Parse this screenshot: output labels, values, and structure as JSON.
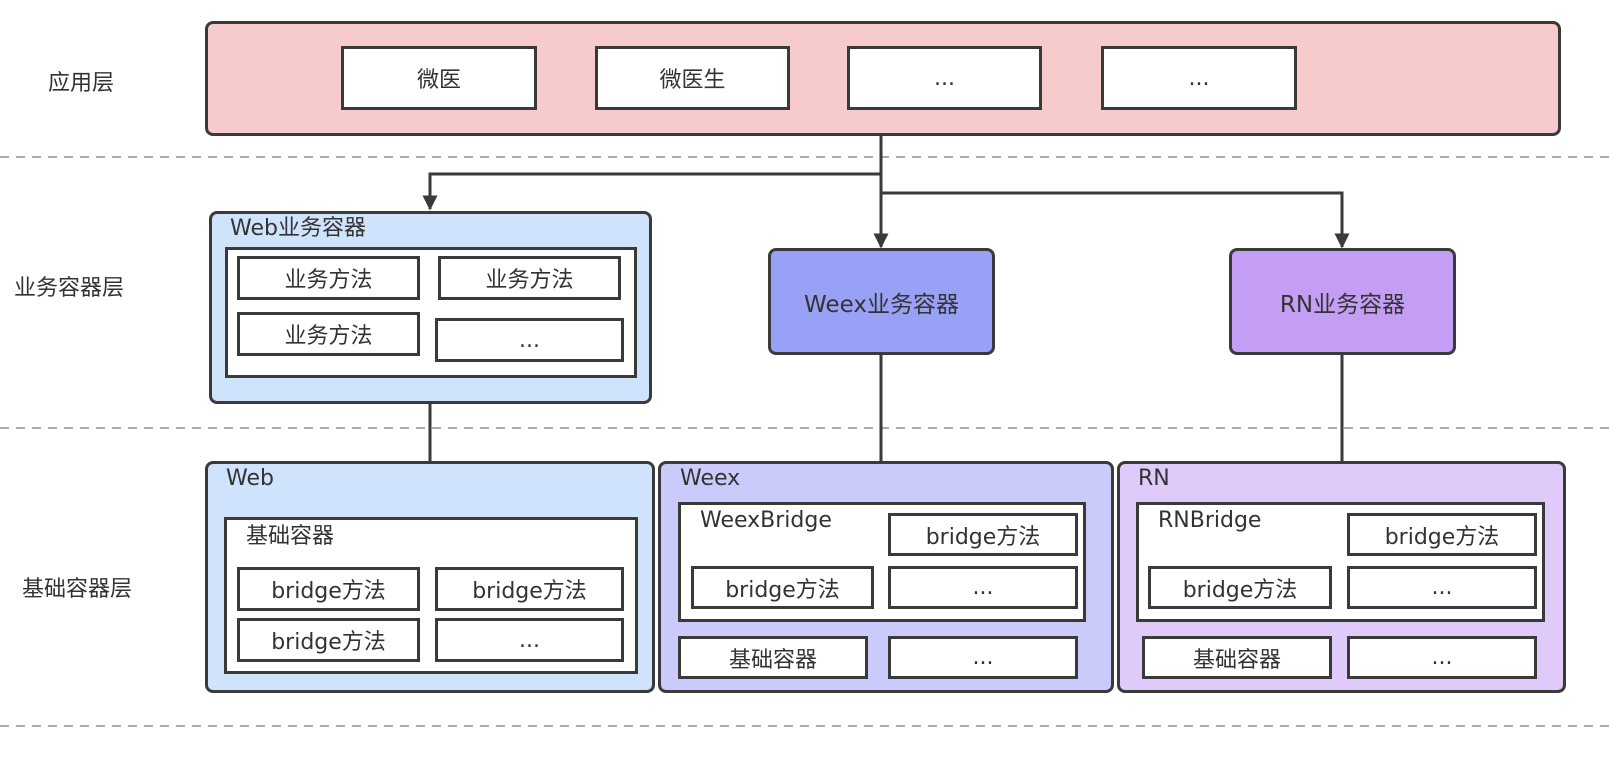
{
  "colors": {
    "app_layer_fill": "#f7cbcc",
    "web_fill": "#cfe3fc",
    "weex_node_fill": "#98a1f6",
    "weex_base_fill": "#cacbfa",
    "rn_node_fill": "#c49ef5",
    "rn_base_fill": "#e0cafa",
    "stroke": "#3a3a3a",
    "separator": "#aaaaaa"
  },
  "layers": {
    "app": "应用层",
    "business": "业务容器层",
    "base": "基础容器层"
  },
  "apps": [
    "微医",
    "微医生",
    "...",
    "..."
  ],
  "web_business": {
    "title": "Web业务容器",
    "methods": [
      "业务方法",
      "业务方法",
      "业务方法",
      "..."
    ]
  },
  "weex_business": {
    "label": "Weex业务容器"
  },
  "rn_business": {
    "label": "RN业务容器"
  },
  "web_base": {
    "title": "Web",
    "container_title": "基础容器",
    "methods": [
      "bridge方法",
      "bridge方法",
      "bridge方法",
      "..."
    ]
  },
  "weex_base": {
    "title": "Weex",
    "bridge_title": "WeexBridge",
    "methods": [
      "bridge方法",
      "bridge方法",
      "..."
    ],
    "bottom": [
      "基础容器",
      "..."
    ]
  },
  "rn_base": {
    "title": "RN",
    "bridge_title": "RNBridge",
    "methods": [
      "bridge方法",
      "bridge方法",
      "..."
    ],
    "bottom": [
      "基础容器",
      "..."
    ]
  }
}
